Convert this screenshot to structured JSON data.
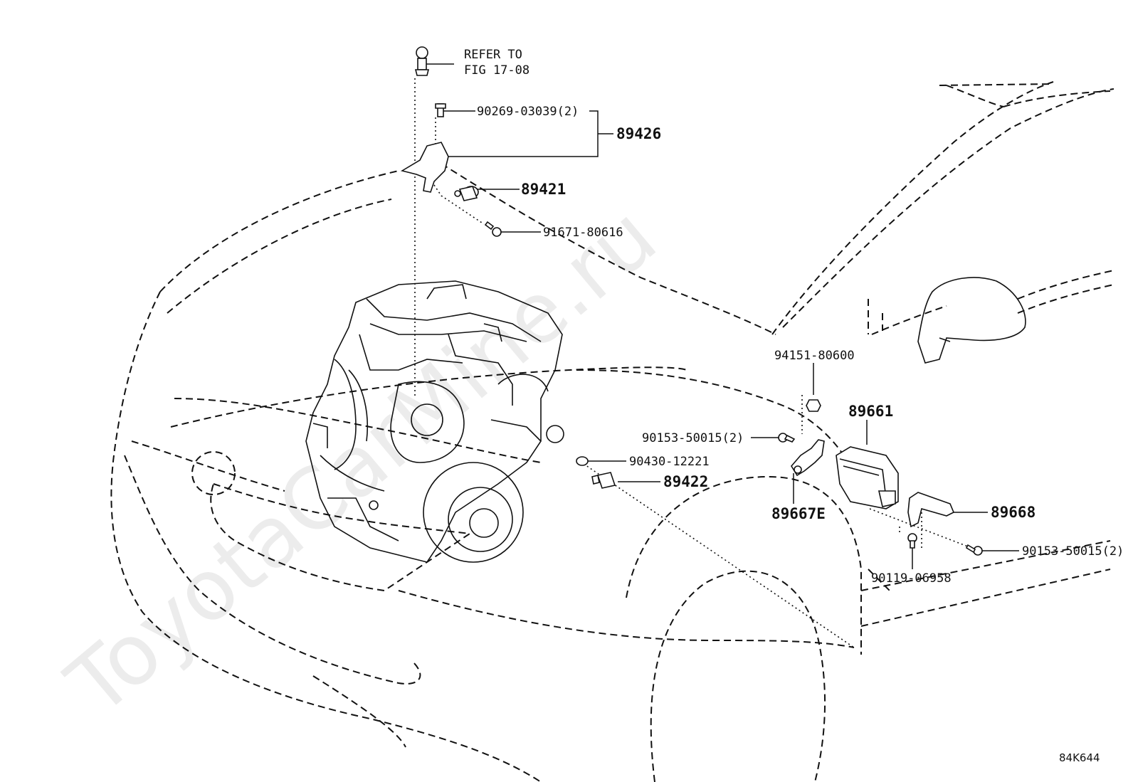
{
  "figure_code": "84K644",
  "watermark": "ToyotaCarMine.ru",
  "refer_note": {
    "line1": "REFER TO",
    "line2": "FIG 17-08"
  },
  "callouts": {
    "p89426": "89426",
    "p90269": "90269-03039(2)",
    "p89421": "89421",
    "p91671": "91671-80616",
    "p94151": "94151-80600",
    "p89661": "89661",
    "p90153a": "90153-50015(2)",
    "p90430": "90430-12221",
    "p89422": "89422",
    "p89667e": "89667E",
    "p89668": "89668",
    "p90153b": "90153-50015(2)",
    "p90119": "90119-06958"
  }
}
